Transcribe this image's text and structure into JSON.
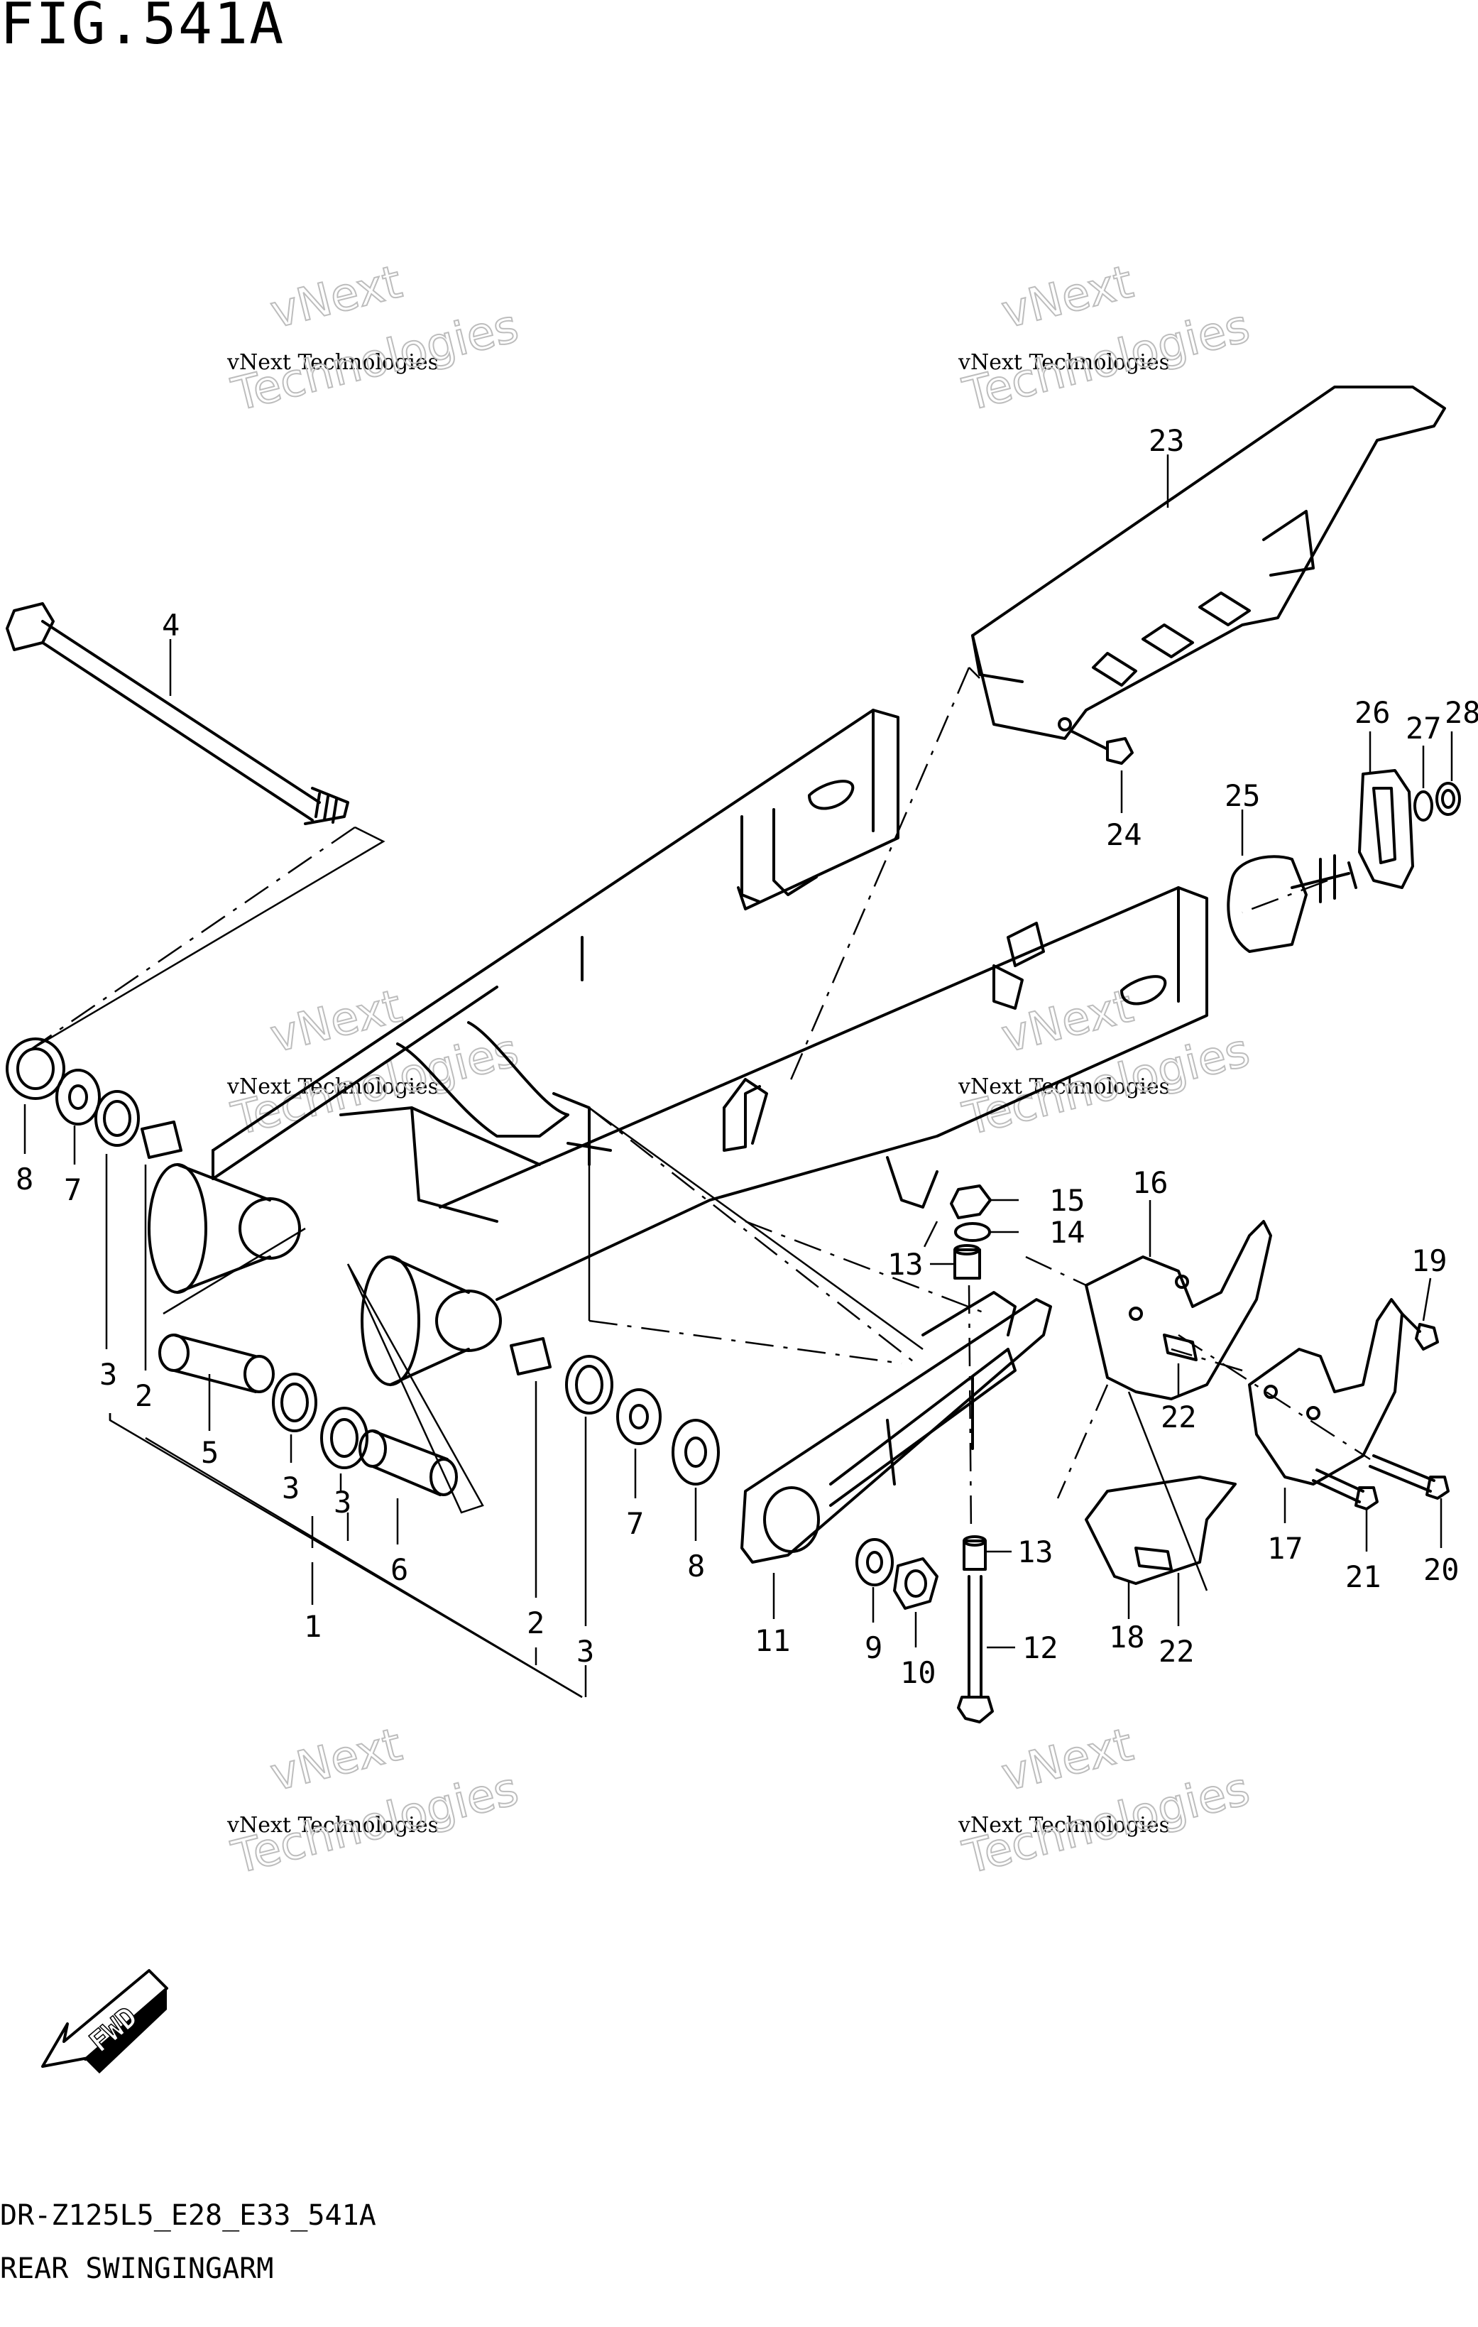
{
  "figure": {
    "title": "FIG.541A",
    "code": "DR-Z125L5_E28_E33_541A",
    "name": "REAR SWINGINGARM"
  },
  "watermark": {
    "line1": "vNext",
    "line2": "vNext Technologies",
    "line3": "Technologies"
  },
  "fwd_label": "FWD",
  "callouts": [
    "1",
    "2",
    "2",
    "3",
    "3",
    "3",
    "3",
    "4",
    "5",
    "6",
    "7",
    "7",
    "8",
    "8",
    "9",
    "10",
    "11",
    "12",
    "13",
    "13",
    "14",
    "15",
    "16",
    "17",
    "18",
    "19",
    "20",
    "21",
    "22",
    "22",
    "23",
    "24",
    "25",
    "26",
    "27",
    "28"
  ],
  "colors": {
    "line": "#000000",
    "background": "#ffffff",
    "watermark": "#bdbdbd"
  },
  "icons": [
    "fwd-arrow-icon"
  ]
}
